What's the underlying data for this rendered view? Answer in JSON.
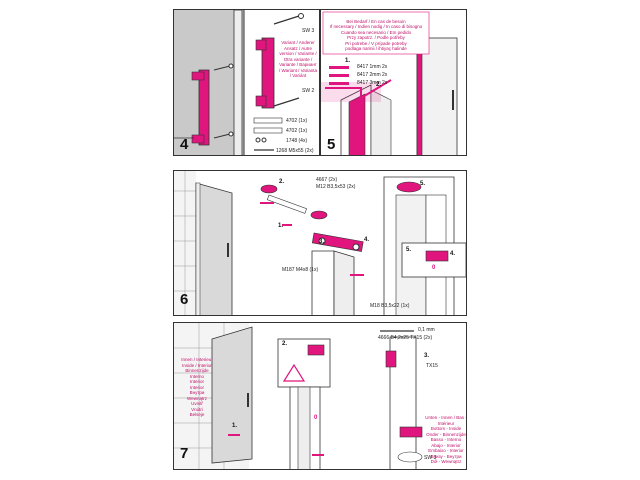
{
  "colors": {
    "accent": "#e0157e",
    "line": "#333333",
    "tile": "#bfbfbf",
    "glass": "#d9d9d9"
  },
  "panel4": {
    "number": "4",
    "sw_label": "SW 3",
    "notice": "Variant / Anderer Ansatz / Autre version / Variante / Otra variante / Variante / Вариант / Wariant / Varianta / Variánt",
    "sw2_label": "SW 2",
    "parts": [
      "4702 (1x)",
      "4702 (1x)",
      "1748 (4x)",
      "1268 M5x55 (2x)"
    ]
  },
  "panel5": {
    "number": "5",
    "header_lines": [
      "Bei Bedarf / En cas de besoin",
      "If necessary / Indien nodig / In caso di bisogno",
      "Cuando sea necesario / Em pedido",
      "Przy zapotrz. / Podle potřeby",
      "Pri potrebe / V prípade potreby",
      "podlaga narinii / ihtiyaç halinde"
    ],
    "step1": "1.",
    "step2": "2.",
    "trims": [
      {
        "code": "8417",
        "size": "1mm",
        "qty": "2x"
      },
      {
        "code": "8417",
        "size": "2mm",
        "qty": "2x"
      },
      {
        "code": "8417",
        "size": "3mm",
        "qty": "2x"
      }
    ]
  },
  "panel6": {
    "number": "6",
    "steps": [
      "1.",
      "2.",
      "3.",
      "4.",
      "5.",
      "4.",
      "5."
    ],
    "parts": [
      "4667 (2x)",
      "M12 B3,5x53 (2x)",
      "M187 M4x8 (1x)",
      "M18 B3,5x22 (1x)"
    ],
    "gap_label": "0"
  },
  "panel7": {
    "number": "7",
    "notice_left": "Innen / Interieur\nInside / Interior\nBinnenzijde\nInterno\nInterior\nInterior\nВнутри\nWewnątrz\nUvnitř\nVnútri\nBelseje",
    "notice_right": "Unten - Innen / Bas - Intérieur\nBottom - Inside\nOnder - Binnenzijde\nBasso - Interno\nAbajo - Interior\nEmbaixo - Interior\nВнизу - Внутри\nDół - Wewnątrz",
    "part_top": "0,1 mm",
    "part_screw": "4666 B4,2x25 TX15 (2x)",
    "steps": [
      "1.",
      "2.",
      "3."
    ],
    "tx_label": "TX15",
    "sw_label": "SW 3",
    "gap_label": "0"
  }
}
